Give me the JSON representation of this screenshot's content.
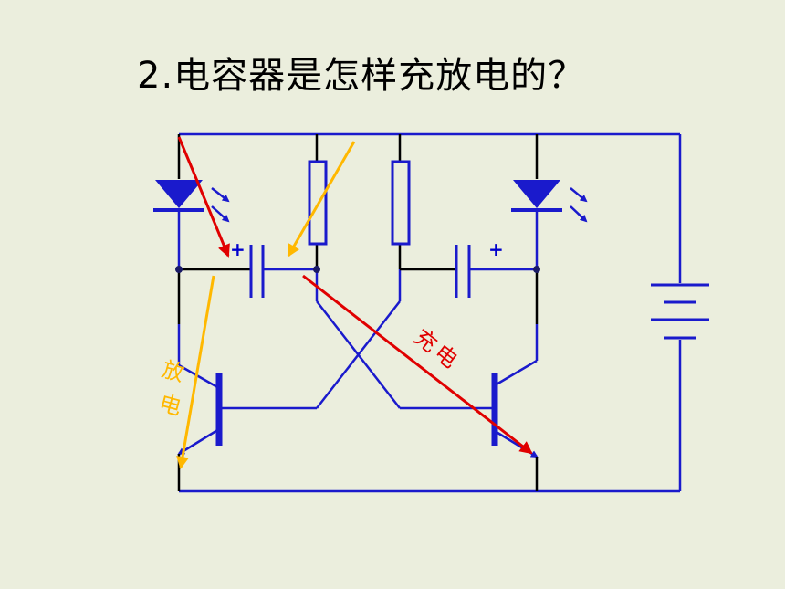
{
  "slide": {
    "title": "2.电容器是怎样充放电的？"
  },
  "diagram": {
    "labels": {
      "charge_char1": "充",
      "charge_char2": "电",
      "discharge_char1": "放",
      "discharge_char2": "电",
      "cap_left_plus": "+",
      "cap_right_plus": "+"
    },
    "colors": {
      "wire": "#1a1acc",
      "wire_dark": "#000000",
      "charge_arrow": "#e00000",
      "discharge_arrow": "#ffb800",
      "background": "#ebeedd"
    }
  }
}
